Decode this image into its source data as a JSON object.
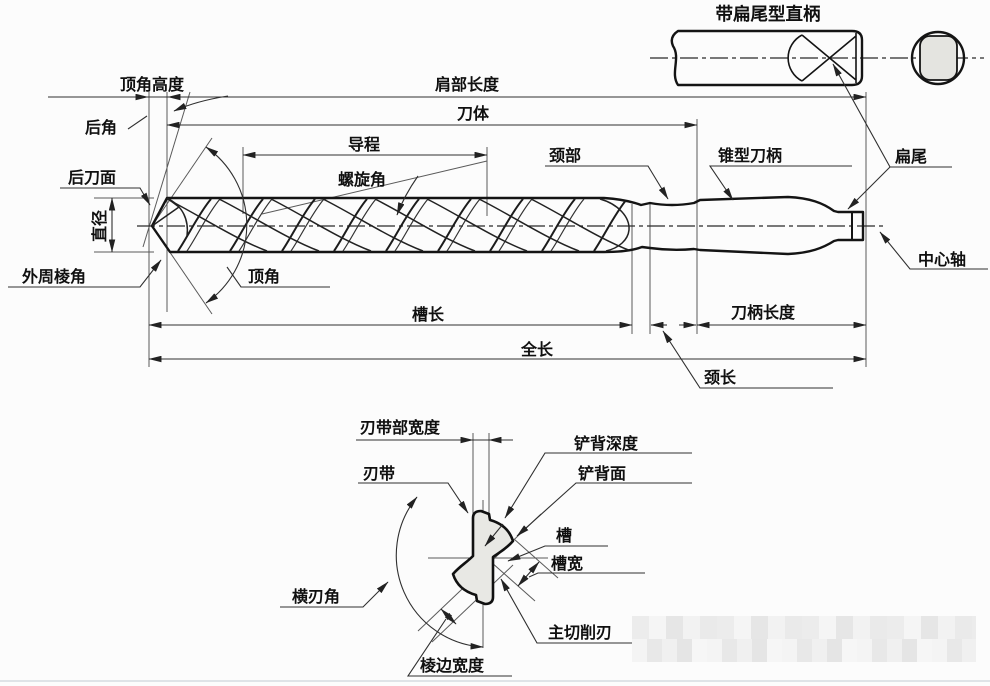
{
  "inset": {
    "title": "带扁尾型直柄"
  },
  "labels": {
    "point_height": "顶角高度",
    "shoulder_length": "肩部长度",
    "body": "刀体",
    "lead": "导程",
    "relief_angle": "后角",
    "helix_angle": "螺旋角",
    "neck": "颈部",
    "taper_shank": "锥型刀柄",
    "tang": "扁尾",
    "flank_face": "后刀面",
    "diameter": "直径",
    "peripheral_corner": "外周棱角",
    "point_angle": "顶角",
    "center_axis": "中心轴",
    "flute_length": "槽长",
    "overall_length": "全长",
    "shank_length": "刀柄长度",
    "neck_length": "颈长"
  },
  "detail": {
    "margin_width": "刃带部宽度",
    "back_taper_depth": "铲背深度",
    "margin": "刃带",
    "relieved_face": "铲背面",
    "flute": "槽",
    "flute_width": "槽宽",
    "chisel_edge_angle": "横刃角",
    "main_cutting_edge": "主切削刃",
    "land_width": "棱边宽度"
  },
  "colors": {
    "part_fill": "#e8e8e4",
    "outline": "#141414",
    "dim_line": "#2f2f2f",
    "background": "#fcfcfc"
  }
}
